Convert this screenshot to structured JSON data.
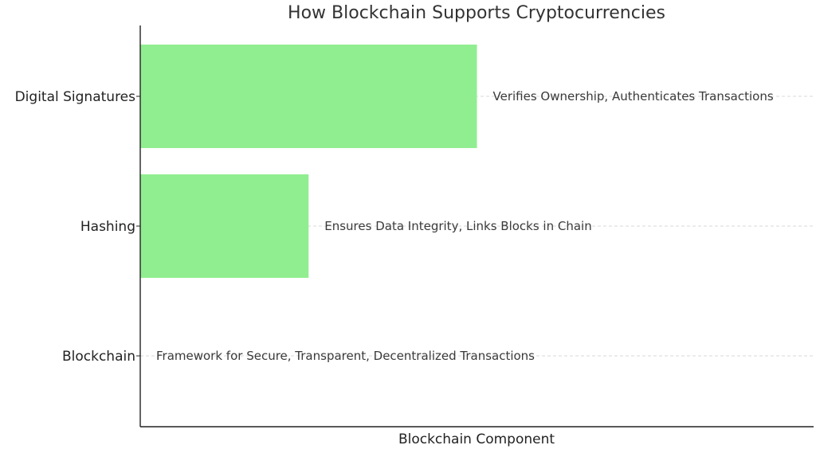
{
  "chart_data": {
    "type": "bar",
    "orientation": "horizontal",
    "title": "How Blockchain Supports Cryptocurrencies",
    "xlabel": "Blockchain Component",
    "ylabel": "",
    "categories": [
      "Blockchain",
      "Hashing",
      "Digital Signatures"
    ],
    "values": [
      0,
      1,
      2
    ],
    "annotations": [
      "Framework for Secure, Transparent, Decentralized Transactions",
      "Ensures Data Integrity, Links Blocks in Chain",
      "Verifies Ownership, Authenticates Transactions"
    ],
    "xlim": [
      0,
      4
    ],
    "bar_color": "#90ee90",
    "grid": "horizontal-dashed"
  }
}
